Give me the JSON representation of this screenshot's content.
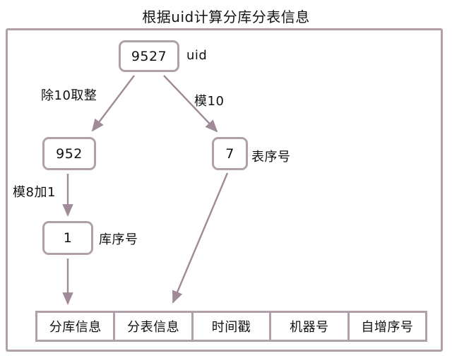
{
  "diagram": {
    "title": "根据uid计算分库分表信息",
    "accent_color": "#b0a0aa",
    "text_color": "#111111",
    "background": "#ffffff",
    "nodes": {
      "uid_value": "9527",
      "uid_label": "uid",
      "quotient_value": "952",
      "remainder_value": "7",
      "remainder_label": "表序号",
      "db_index_value": "1",
      "db_index_label": "库序号"
    },
    "edges": {
      "div10": "除10取整",
      "mod10": "模10",
      "mod8_plus1": "模8加1"
    },
    "table": {
      "columns": [
        "分库信息",
        "分表信息",
        "时间戳",
        "机器号",
        "自增序号"
      ]
    }
  }
}
